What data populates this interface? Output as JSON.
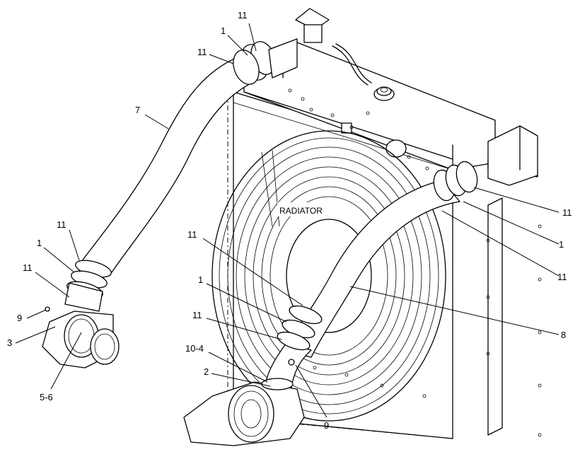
{
  "diagram": {
    "center_label": "RADIATOR",
    "callouts": {
      "c1": "11",
      "c2": "1",
      "c3": "11",
      "c4": "7",
      "c5": "11",
      "c6": "1",
      "c7": "11",
      "c8": "9",
      "c9": "3",
      "c10": "5-6",
      "c11": "11",
      "c12": "1",
      "c13": "11",
      "c14": "10-4",
      "c15": "2",
      "c16": "9",
      "c17": "11",
      "c18": "1",
      "c19": "11",
      "c20": "8"
    }
  }
}
